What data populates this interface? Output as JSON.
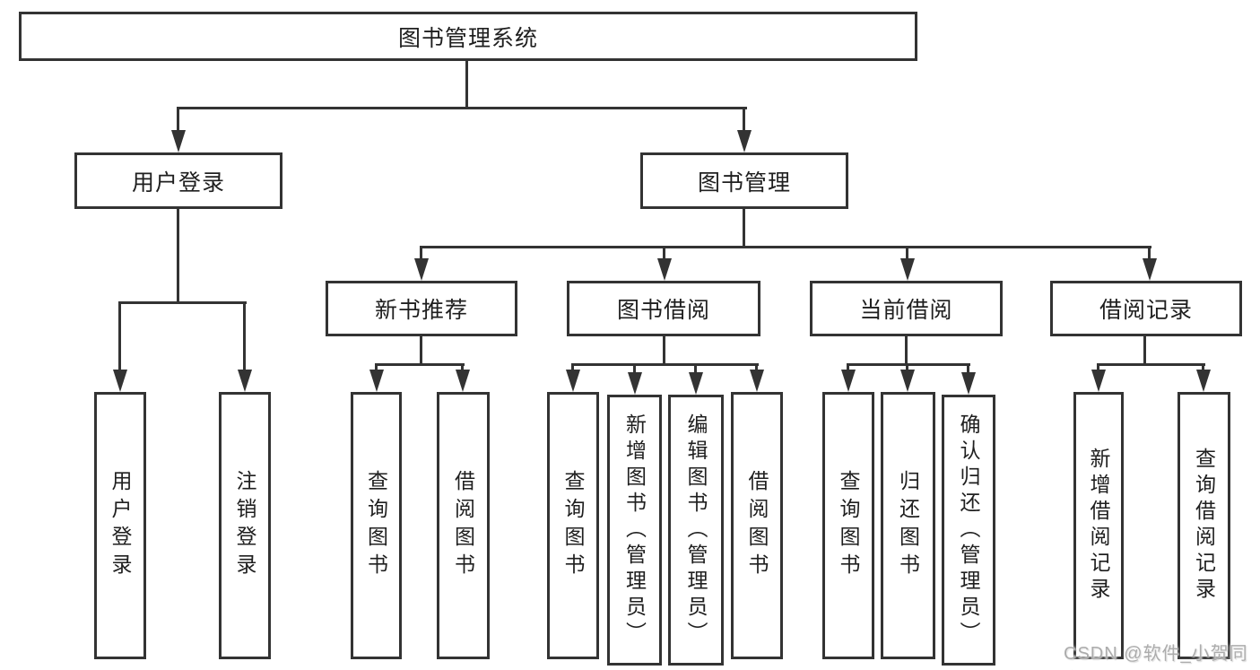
{
  "diagram": {
    "root": {
      "label": "图书管理系统"
    },
    "login": {
      "label": "用户登录",
      "children": [
        {
          "label": "用户登录"
        },
        {
          "label": "注销登录"
        }
      ]
    },
    "manage": {
      "label": "图书管理",
      "sections": [
        {
          "label": "新书推荐",
          "children": [
            {
              "label": "查询图书"
            },
            {
              "label": "借阅图书"
            }
          ]
        },
        {
          "label": "图书借阅",
          "children": [
            {
              "label": "查询图书"
            },
            {
              "label": "新增图书（管理员）"
            },
            {
              "label": "编辑图书（管理员）"
            },
            {
              "label": "借阅图书"
            }
          ]
        },
        {
          "label": "当前借阅",
          "children": [
            {
              "label": "查询图书"
            },
            {
              "label": "归还图书"
            },
            {
              "label": "确认归还（管理员）"
            }
          ]
        },
        {
          "label": "借阅记录",
          "children": [
            {
              "label": "新增借阅记录"
            },
            {
              "label": "查询借阅记录"
            }
          ]
        }
      ]
    },
    "watermark": "CSDN @软件_小贺同学",
    "colors": {
      "line": "#333333",
      "text": "#1f1f1f",
      "background": "#ffffff",
      "watermark": "#acacac"
    }
  }
}
